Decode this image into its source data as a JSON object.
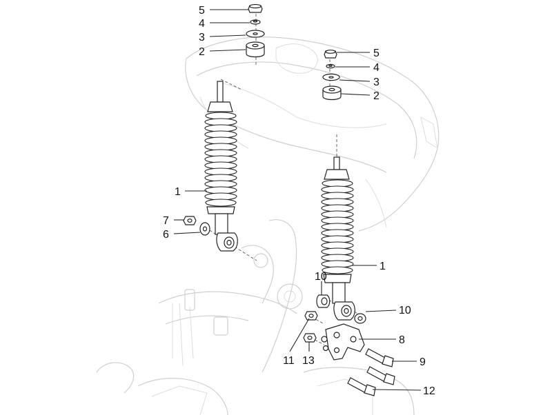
{
  "callouts": [
    {
      "id": "c5a",
      "label": "5"
    },
    {
      "id": "c4a",
      "label": "4"
    },
    {
      "id": "c3a",
      "label": "3"
    },
    {
      "id": "c2a",
      "label": "2"
    },
    {
      "id": "c5b",
      "label": "5"
    },
    {
      "id": "c4b",
      "label": "4"
    },
    {
      "id": "c3b",
      "label": "3"
    },
    {
      "id": "c2b",
      "label": "2"
    },
    {
      "id": "c1a",
      "label": "1"
    },
    {
      "id": "c7",
      "label": "7"
    },
    {
      "id": "c6",
      "label": "6"
    },
    {
      "id": "c1b",
      "label": "1"
    },
    {
      "id": "c10a",
      "label": "10"
    },
    {
      "id": "c10b",
      "label": "10"
    },
    {
      "id": "c8",
      "label": "8"
    },
    {
      "id": "c11",
      "label": "11"
    },
    {
      "id": "c13",
      "label": "13"
    },
    {
      "id": "c9",
      "label": "9"
    },
    {
      "id": "c12",
      "label": "12"
    }
  ],
  "colors": {
    "ink": "#222222",
    "ghost": "#cfcfcf",
    "background": "#ffffff"
  }
}
